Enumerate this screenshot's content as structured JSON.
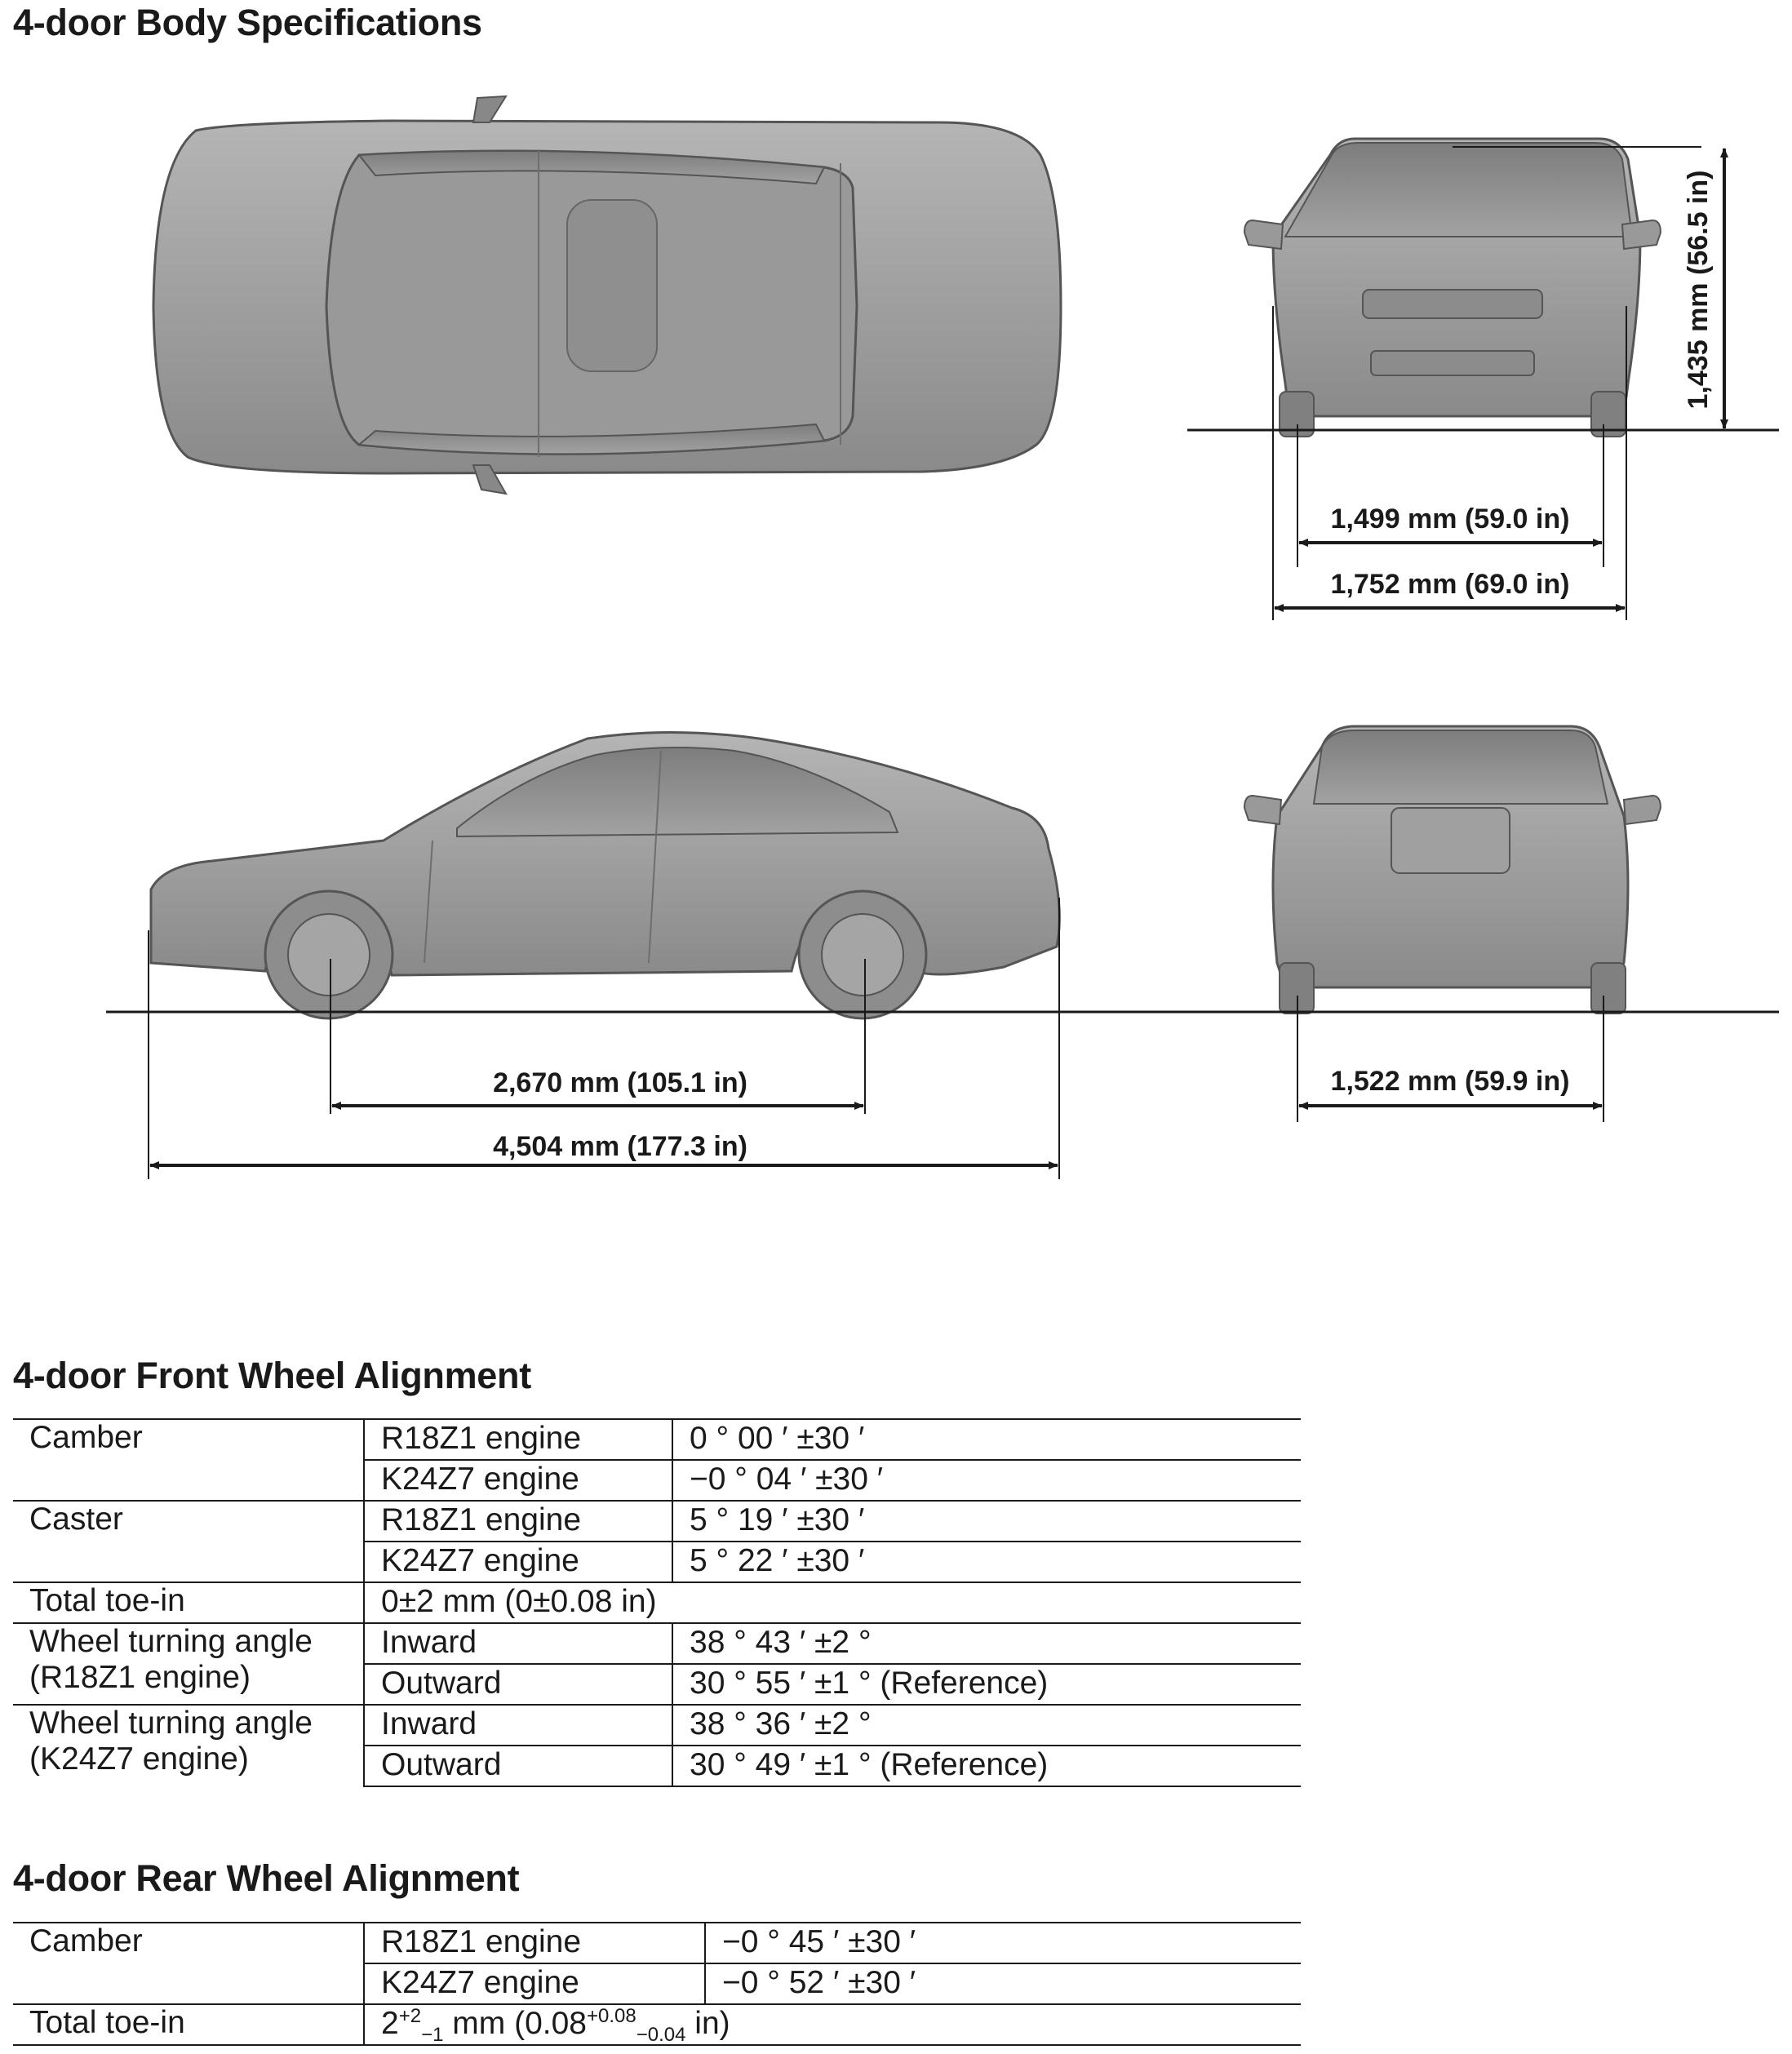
{
  "body_specs": {
    "heading": "4-door Body Specifications",
    "dimensions": {
      "height": "1,435 mm (56.5 in)",
      "front_track": "1,499 mm (59.0 in)",
      "width": "1,752 mm (69.0 in)",
      "wheelbase": "2,670 mm (105.1 in)",
      "length": "4,504 mm (177.3 in)",
      "rear_track": "1,522 mm (59.9 in)"
    },
    "views": [
      "top-view",
      "front-view",
      "side-view",
      "rear-view"
    ]
  },
  "front_alignment": {
    "heading": "4-door Front Wheel Alignment",
    "camber": {
      "label": "Camber",
      "r18": {
        "engine": "R18Z1 engine",
        "value": "0 ° 00 ′  ±30 ′"
      },
      "k24": {
        "engine": "K24Z7 engine",
        "value": "−0 ° 04 ′  ±30 ′"
      }
    },
    "caster": {
      "label": "Caster",
      "r18": {
        "engine": "R18Z1 engine",
        "value": "5 ° 19 ′  ±30 ′"
      },
      "k24": {
        "engine": "K24Z7 engine",
        "value": "5 ° 22 ′  ±30 ′"
      }
    },
    "toe": {
      "label": "Total toe-in",
      "value": "0±2 mm (0±0.08 in)"
    },
    "turn_r18": {
      "label_line1": "Wheel turning angle",
      "label_line2": "(R18Z1 engine)",
      "inward": {
        "label": "Inward",
        "value": "38 ° 43 ′  ±2 °"
      },
      "outward": {
        "label": "Outward",
        "value": "30 ° 55 ′  ±1 ° (Reference)"
      }
    },
    "turn_k24": {
      "label_line1": "Wheel turning angle",
      "label_line2": "(K24Z7 engine)",
      "inward": {
        "label": "Inward",
        "value": "38 ° 36 ′  ±2 °"
      },
      "outward": {
        "label": "Outward",
        "value": "30 ° 49 ′  ±1 ° (Reference)"
      }
    }
  },
  "rear_alignment": {
    "heading": "4-door Rear Wheel Alignment",
    "camber": {
      "label": "Camber",
      "r18": {
        "engine": "R18Z1 engine",
        "value": "−0 ° 45 ′  ±30 ′"
      },
      "k24": {
        "engine": "K24Z7 engine",
        "value": "−0 ° 52 ′  ±30 ′"
      }
    },
    "toe": {
      "label": "Total toe-in",
      "base": "2",
      "sup": "+2",
      "sub": "−1",
      "mid": " mm (0.08",
      "sup2": "+0.08",
      "sub2": "−0.04",
      "end": " in)"
    }
  }
}
